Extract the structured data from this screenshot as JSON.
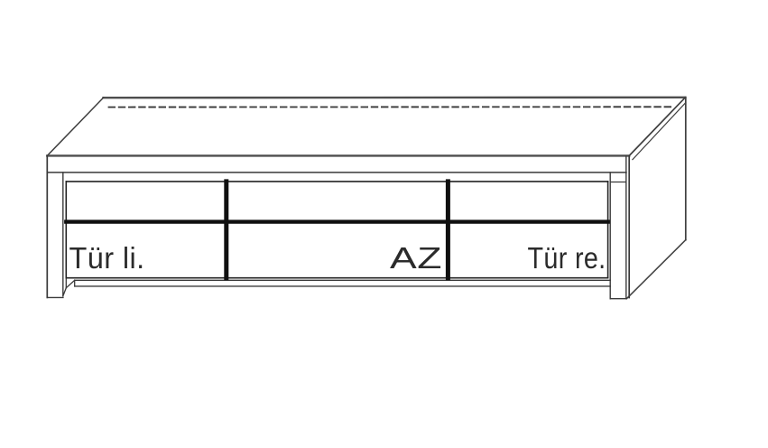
{
  "diagram": {
    "labels": {
      "door_left": "Tür li.",
      "center_unit": "AZ",
      "door_right": "Tür re."
    },
    "colors": {
      "background": "#ffffff",
      "outline_soft": "#4e4e4e",
      "outline": "#3a3a3a",
      "panel_outline": "#242424",
      "divider": "#101010",
      "text": "#2b2b2b"
    }
  }
}
